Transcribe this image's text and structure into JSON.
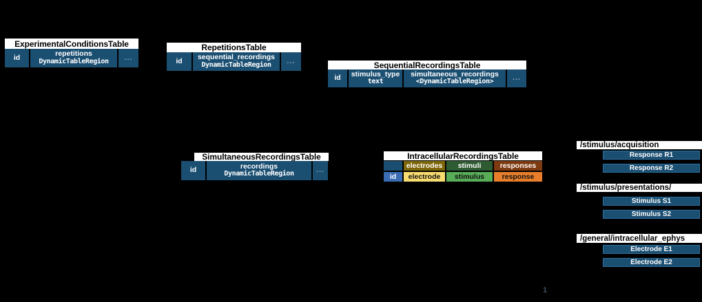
{
  "colors": {
    "background": "#000000",
    "table_fill_blue": "#1b4f72",
    "box_border_blue": "#2d6f9f",
    "id_column_blue": "#3a6cb4",
    "electrodes_category": "#7d6608",
    "stimuli_category": "#2f5b33",
    "responses_category": "#7e3a10",
    "electrode_column": "#f7dc6f",
    "stimulus_column": "#58ad58",
    "response_column": "#e87e2b",
    "title_bar": "#ffffff"
  },
  "tables": [
    {
      "title": "ExperimentalConditionsTable",
      "columns": [
        {
          "label": "id"
        },
        {
          "label": "repetitions",
          "type": "DynamicTableRegion"
        },
        {
          "label": "..."
        }
      ]
    },
    {
      "title": "RepetitionsTable",
      "columns": [
        {
          "label": "id"
        },
        {
          "label": "sequential_recordings",
          "type": "DynamicTableRegion"
        },
        {
          "label": "..."
        }
      ]
    },
    {
      "title": "SequentialRecordingsTable",
      "columns": [
        {
          "label": "id"
        },
        {
          "label": "stimulus_type",
          "type": "text"
        },
        {
          "label": "simultaneous_recordings",
          "type": "<DynamicTableRegion>"
        },
        {
          "label": "..."
        }
      ]
    },
    {
      "title": "SimultaneousRecordingsTable",
      "columns": [
        {
          "label": "id"
        },
        {
          "label": "recordings",
          "type": "DynamicTableRegion"
        },
        {
          "label": "..."
        }
      ]
    },
    {
      "title": "IntracellularRecordingsTable",
      "category_row": [
        "",
        "electrodes",
        "stimuli",
        "responses"
      ],
      "column_row": [
        "id",
        "electrode",
        "stimulus",
        "response"
      ]
    }
  ],
  "file_groups": [
    {
      "path": "/stimulus/acquisition",
      "items": [
        "Response R1",
        "Response R2"
      ]
    },
    {
      "path": "/stimulus/presentations/",
      "items": [
        "Stimulus S1",
        "Stimulus S2"
      ]
    },
    {
      "path": "/general/intracellular_ephys",
      "items": [
        "Electrode E1",
        "Electrode E2"
      ]
    }
  ],
  "footnote_marker": "1"
}
